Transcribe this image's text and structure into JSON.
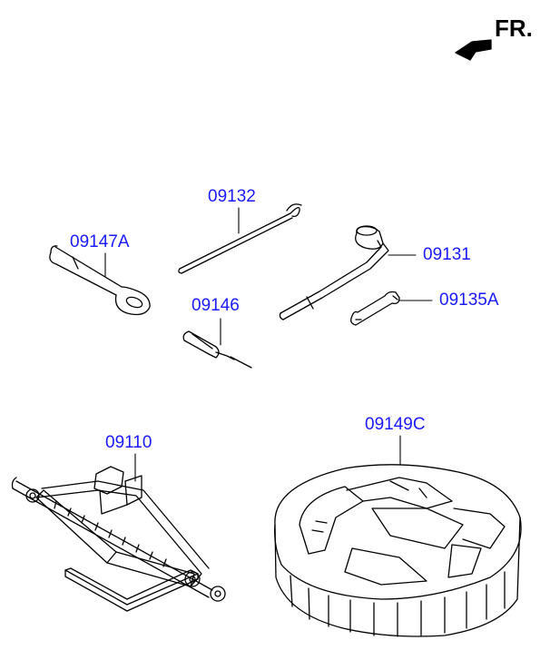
{
  "direction": {
    "label": "FR.",
    "icon": "forward-arrow-icon"
  },
  "colors": {
    "label": "#1a1aff",
    "line": "#000000"
  },
  "parts": [
    {
      "id": "jack-handle",
      "number": "09132"
    },
    {
      "id": "eye-bolt-handle",
      "number": "09147A"
    },
    {
      "id": "wheel-lug-wrench",
      "number": "09131"
    },
    {
      "id": "screwdriver",
      "number": "09146"
    },
    {
      "id": "spanner",
      "number": "09135A"
    },
    {
      "id": "jack-assembly",
      "number": "09110"
    },
    {
      "id": "tool-tray",
      "number": "09149C"
    }
  ]
}
